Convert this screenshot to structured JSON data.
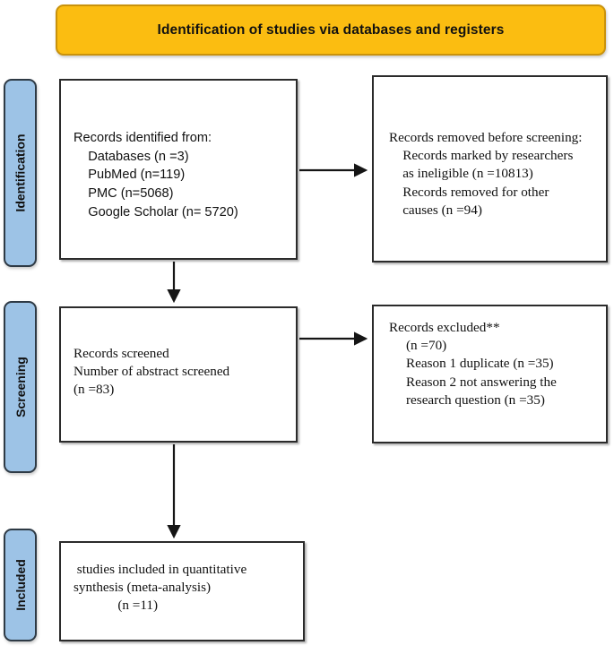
{
  "header": {
    "title": "Identification of studies via databases and registers",
    "background_color": "#fbbd11",
    "border_color": "#c9920c"
  },
  "stages": [
    {
      "id": "identification",
      "label": "Identification",
      "color": "#9dc3e6"
    },
    {
      "id": "screening",
      "label": "Screening",
      "color": "#9dc3e6"
    },
    {
      "id": "included",
      "label": "Included",
      "color": "#9dc3e6"
    }
  ],
  "boxes": {
    "identified": {
      "text": "Records identified from:\n    Databases (n =3)\n    PubMed (n=119)\n    PMC (n=5068)\n    Google Scholar (n= 5720)"
    },
    "removed": {
      "text": "Records removed before screening:\n    Records marked by researchers\n    as ineligible (n =10813)\n    Records removed for other\n    causes (n =94)"
    },
    "screened": {
      "text": "Records screened\nNumber of abstract screened\n(n =83)"
    },
    "excluded": {
      "text": "Records excluded**\n     (n =70)\n     Reason 1 duplicate (n =35)\n     Reason 2 not answering the\n     research question (n =35)"
    },
    "included": {
      "text": " studies included in quantitative\nsynthesis (meta-analysis)\n             (n =11)"
    }
  },
  "connectors": [
    {
      "id": "identified-to-removed",
      "direction": "right"
    },
    {
      "id": "identified-to-screened",
      "direction": "down"
    },
    {
      "id": "screened-to-excluded",
      "direction": "right"
    },
    {
      "id": "screened-to-included",
      "direction": "down"
    }
  ]
}
